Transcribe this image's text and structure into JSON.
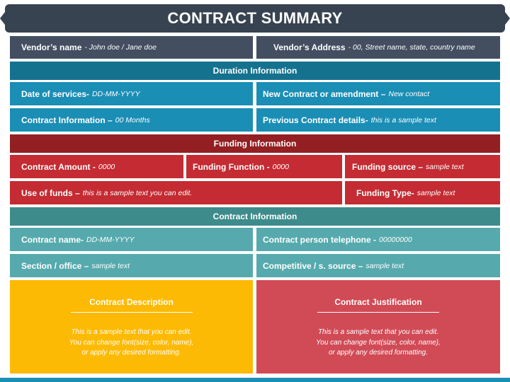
{
  "title": "CONTRACT SUMMARY",
  "vendor": {
    "name_label": "Vendor’s name",
    "name_value": "-  John doe / Jane doe",
    "address_label": "Vendor’s Address",
    "address_value": "-  00, Street name, state, country name"
  },
  "duration": {
    "header": "Duration Information",
    "date_label": "Date of services-",
    "date_value": "DD-MM-YYYY",
    "new_label": "New Contract or amendment –",
    "new_value": "New contact",
    "info_label": "Contract Information –",
    "info_value": "00 Months",
    "prev_label": "Previous Contract details-",
    "prev_value": "this is a sample text"
  },
  "funding": {
    "header": "Funding Information",
    "amount_label": "Contract Amount -",
    "amount_value": "0000",
    "function_label": "Funding Function -",
    "function_value": "0000",
    "source_label": "Funding source –",
    "source_value": "sample text",
    "use_label": "Use of funds –",
    "use_value": "this is a sample text you can edit.",
    "type_label": "Funding Type-",
    "type_value": "sample text"
  },
  "contract": {
    "header": "Contract Information",
    "name_label": "Contract name-",
    "name_value": "DD-MM-YYYY",
    "phone_label": "Contract person telephone -",
    "phone_value": "00000000",
    "section_label": "Section / office –",
    "section_value": "sample text",
    "competitive_label": "Competitive / s. source –",
    "competitive_value": "sample text"
  },
  "description": {
    "title": "Contract Description",
    "line1": "This is a sample text that you can edit.",
    "line2": "You can change font(size, color, name),",
    "line3": "or apply any desired formatting."
  },
  "justification": {
    "title": "Contract Justification",
    "line1": "This is a sample text that you can edit.",
    "line2": "You can change font(size, color, name),",
    "line3": "or apply any desired formatting."
  },
  "colors": {
    "title_bg": "#374350",
    "vendor_bg": "#434f60",
    "duration_header": "#15728f",
    "duration_cell": "#1b8eb5",
    "funding_header": "#931f23",
    "funding_cell": "#c42b32",
    "contract_header": "#3e8b8c",
    "contract_cell": "#56aaad",
    "description_bg": "#fdba04",
    "justification_bg": "#d14b56"
  }
}
